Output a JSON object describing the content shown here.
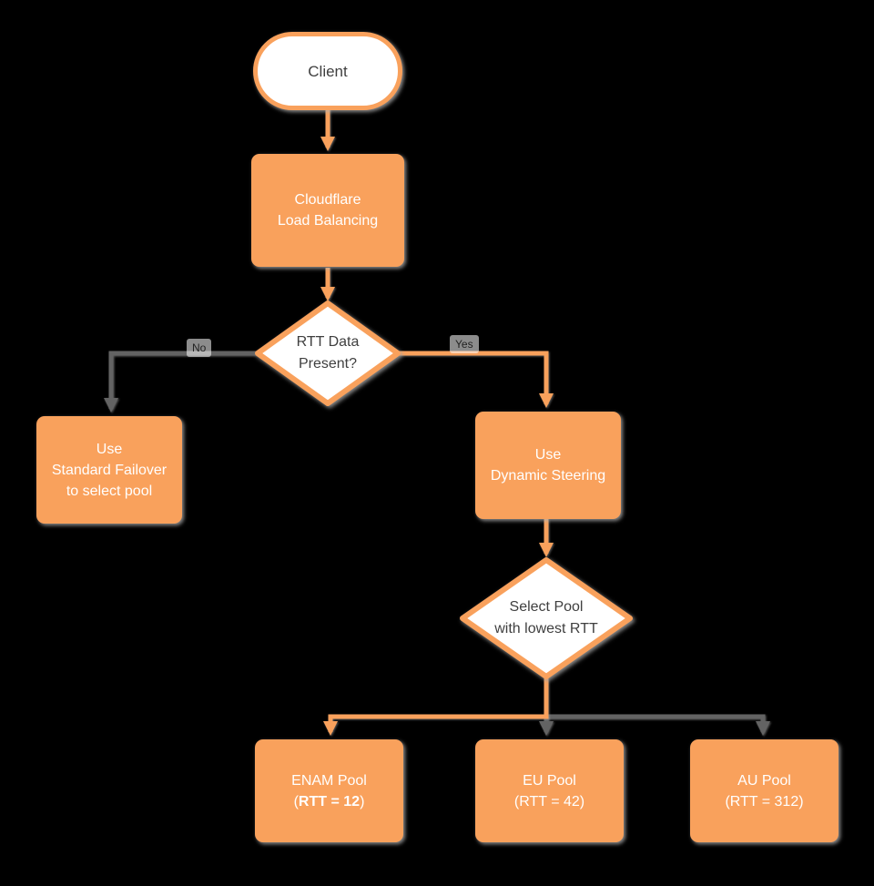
{
  "theme": {
    "background": "#000000",
    "orange": "#F9A15C",
    "gray_line": "#636363",
    "ink": "#3F3F3F",
    "label_bg": "rgba(255,255,255,0.55)"
  },
  "nodes": {
    "client": {
      "label": "Client"
    },
    "load_balancing": {
      "line1": "Cloudflare",
      "line2": "Load Balancing"
    },
    "rtt_decision": {
      "line1": "RTT Data",
      "line2": "Present?"
    },
    "standard_failover": {
      "line1": "Use",
      "line2": "Standard Failover",
      "line3": "to select pool"
    },
    "dynamic_steering": {
      "line1": "Use",
      "line2": "Dynamic Steering"
    },
    "pool_decision": {
      "line1": "Select Pool",
      "line2": "with lowest RTT"
    },
    "pools": [
      {
        "line1": "ENAM Pool",
        "paren_open": "(",
        "value": "RTT = 12",
        "paren_close": ")",
        "value_class": "bold"
      },
      {
        "line1": "EU Pool",
        "paren_open": "(",
        "value": "RTT = 42",
        "paren_close": ")",
        "value_class": "normal"
      },
      {
        "line1": "AU Pool",
        "paren_open": "(",
        "value": "RTT = 312",
        "paren_close": ")",
        "value_class": "normal"
      }
    ]
  },
  "edge_labels": {
    "no": "No",
    "yes": "Yes"
  }
}
